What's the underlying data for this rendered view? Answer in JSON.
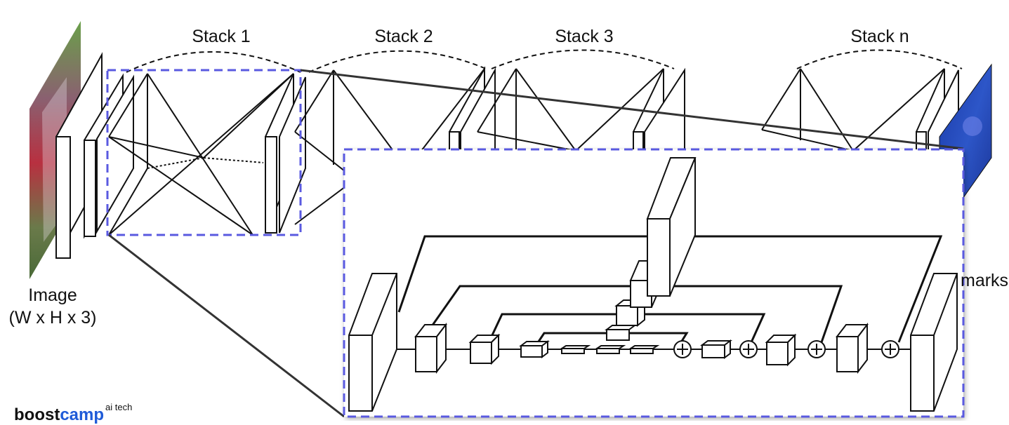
{
  "stacks": [
    {
      "label": "Stack 1"
    },
    {
      "label": "Stack 2"
    },
    {
      "label": "Stack 3"
    },
    {
      "label": "Stack n"
    }
  ],
  "image_label": {
    "line1": "Image",
    "line2": "(W x H x 3)"
  },
  "output_label": "marks",
  "brand": {
    "word1": "boost",
    "word2": "camp",
    "suffix": "ai tech"
  },
  "colors": {
    "dash_box": "#5a5ae0",
    "brand_blue": "#1f5bd8",
    "line": "#111111"
  }
}
